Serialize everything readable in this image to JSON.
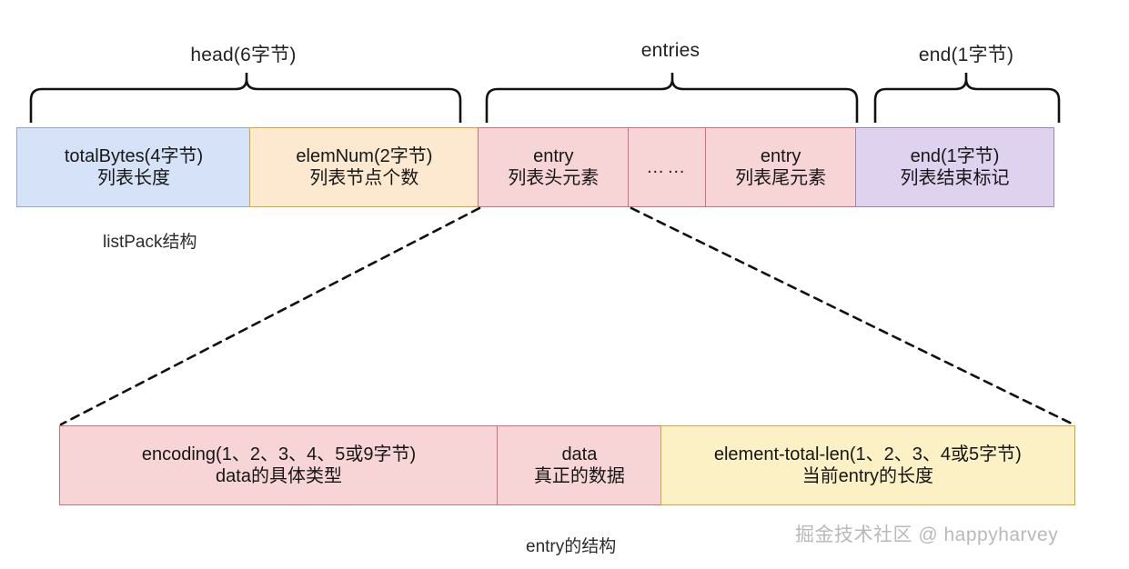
{
  "diagram": {
    "title_captions": {
      "listpack": "listPack结构",
      "entry": "entry的结构"
    },
    "watermark": "掘金技术社区 @ happyharvey",
    "braces": [
      {
        "name": "head",
        "label": "head(6字节)"
      },
      {
        "name": "entries",
        "label": "entries"
      },
      {
        "name": "end",
        "label": "end(1字节)"
      }
    ],
    "listpack_row": [
      {
        "name": "total-bytes",
        "line1": "totalBytes(4字节)",
        "line2": "列表长度",
        "color": "#d6e2f7",
        "border": "#8ea9d6"
      },
      {
        "name": "elem-num",
        "line1": "elemNum(2字节)",
        "line2": "列表节点个数",
        "color": "#fce9cf",
        "border": "#d9a431"
      },
      {
        "name": "entry-head",
        "line1": "entry",
        "line2": "列表头元素",
        "color": "#f7d4d6",
        "border": "#cf6f77"
      },
      {
        "name": "entry-ellipsis",
        "line1": "……",
        "line2": "",
        "color": "#f7d4d6",
        "border": "#cf6f77"
      },
      {
        "name": "entry-tail",
        "line1": "entry",
        "line2": "列表尾元素",
        "color": "#f7d4d6",
        "border": "#cf6f77"
      },
      {
        "name": "end",
        "line1": "end(1字节)",
        "line2": "列表结束标记",
        "color": "#ded2ee",
        "border": "#9b86c4"
      }
    ],
    "entry_row": [
      {
        "name": "encoding",
        "line1": "encoding(1、2、3、4、5或9字节)",
        "line2": "data的具体类型",
        "color": "#f7d4d6",
        "border": "#cf6f77"
      },
      {
        "name": "data",
        "line1": "data",
        "line2": "真正的数据",
        "color": "#f7d4d6",
        "border": "#cf6f77"
      },
      {
        "name": "element-total-len",
        "line1": "element-total-len(1、2、3、4或5字节)",
        "line2": "当前entry的长度",
        "color": "#fcf0c5",
        "border": "#c9a73c"
      }
    ]
  }
}
